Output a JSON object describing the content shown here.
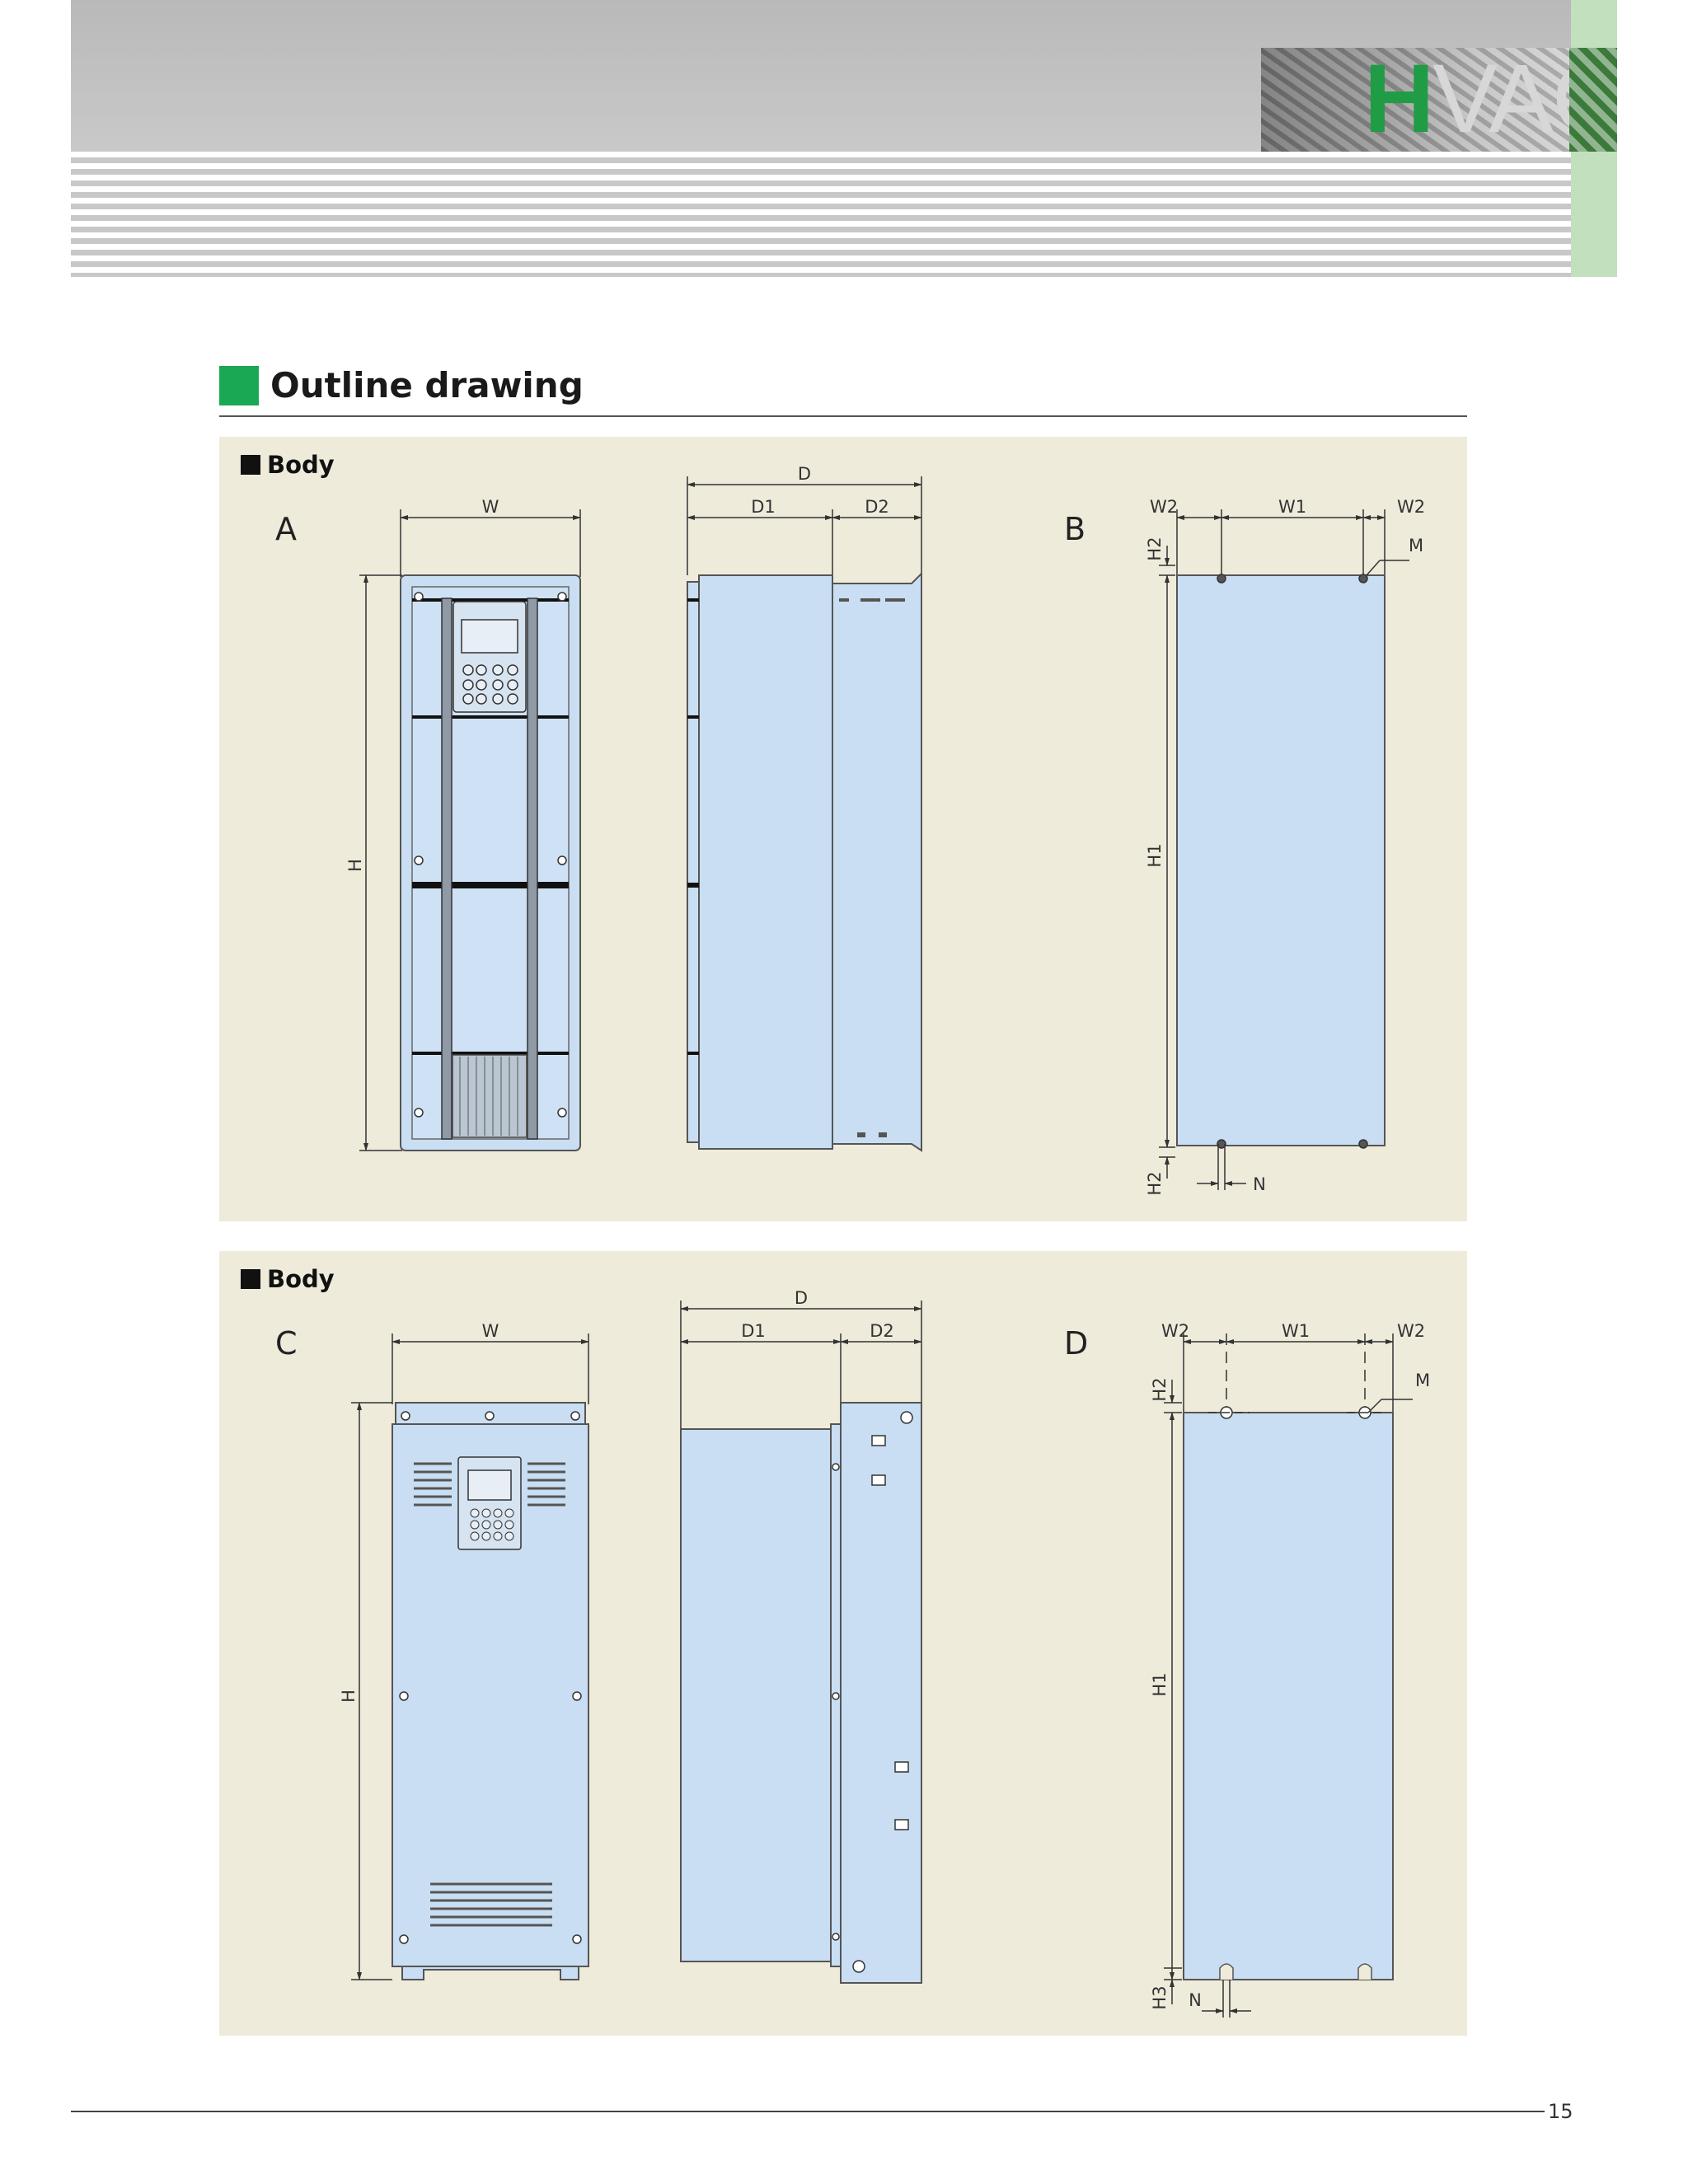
{
  "header": {
    "logo_letter": "H",
    "logo_rest": "VAC",
    "band_color": "#c0c0c0",
    "tab_color": "#c2e0bd",
    "logo_green": "#1f9c45"
  },
  "section": {
    "title": "Outline drawing",
    "title_marker_color": "#1ba855",
    "panel_color": "#efebdb",
    "drawing_fill": "#c9def2"
  },
  "panels": [
    {
      "label": "Body",
      "views": [
        {
          "letter": "A",
          "dims": [
            "W",
            "H",
            "D",
            "D1",
            "D2"
          ]
        },
        {
          "letter": "B",
          "dims": [
            "W2",
            "W1",
            "W2",
            "H2",
            "H1",
            "H2",
            "M",
            "N"
          ]
        }
      ]
    },
    {
      "label": "Body",
      "views": [
        {
          "letter": "C",
          "dims": [
            "W",
            "H",
            "D",
            "D1",
            "D2"
          ]
        },
        {
          "letter": "D",
          "dims": [
            "W2",
            "W1",
            "W2",
            "H2",
            "H1",
            "H3",
            "M",
            "N"
          ]
        }
      ]
    }
  ],
  "footer": {
    "page_number": "15"
  }
}
